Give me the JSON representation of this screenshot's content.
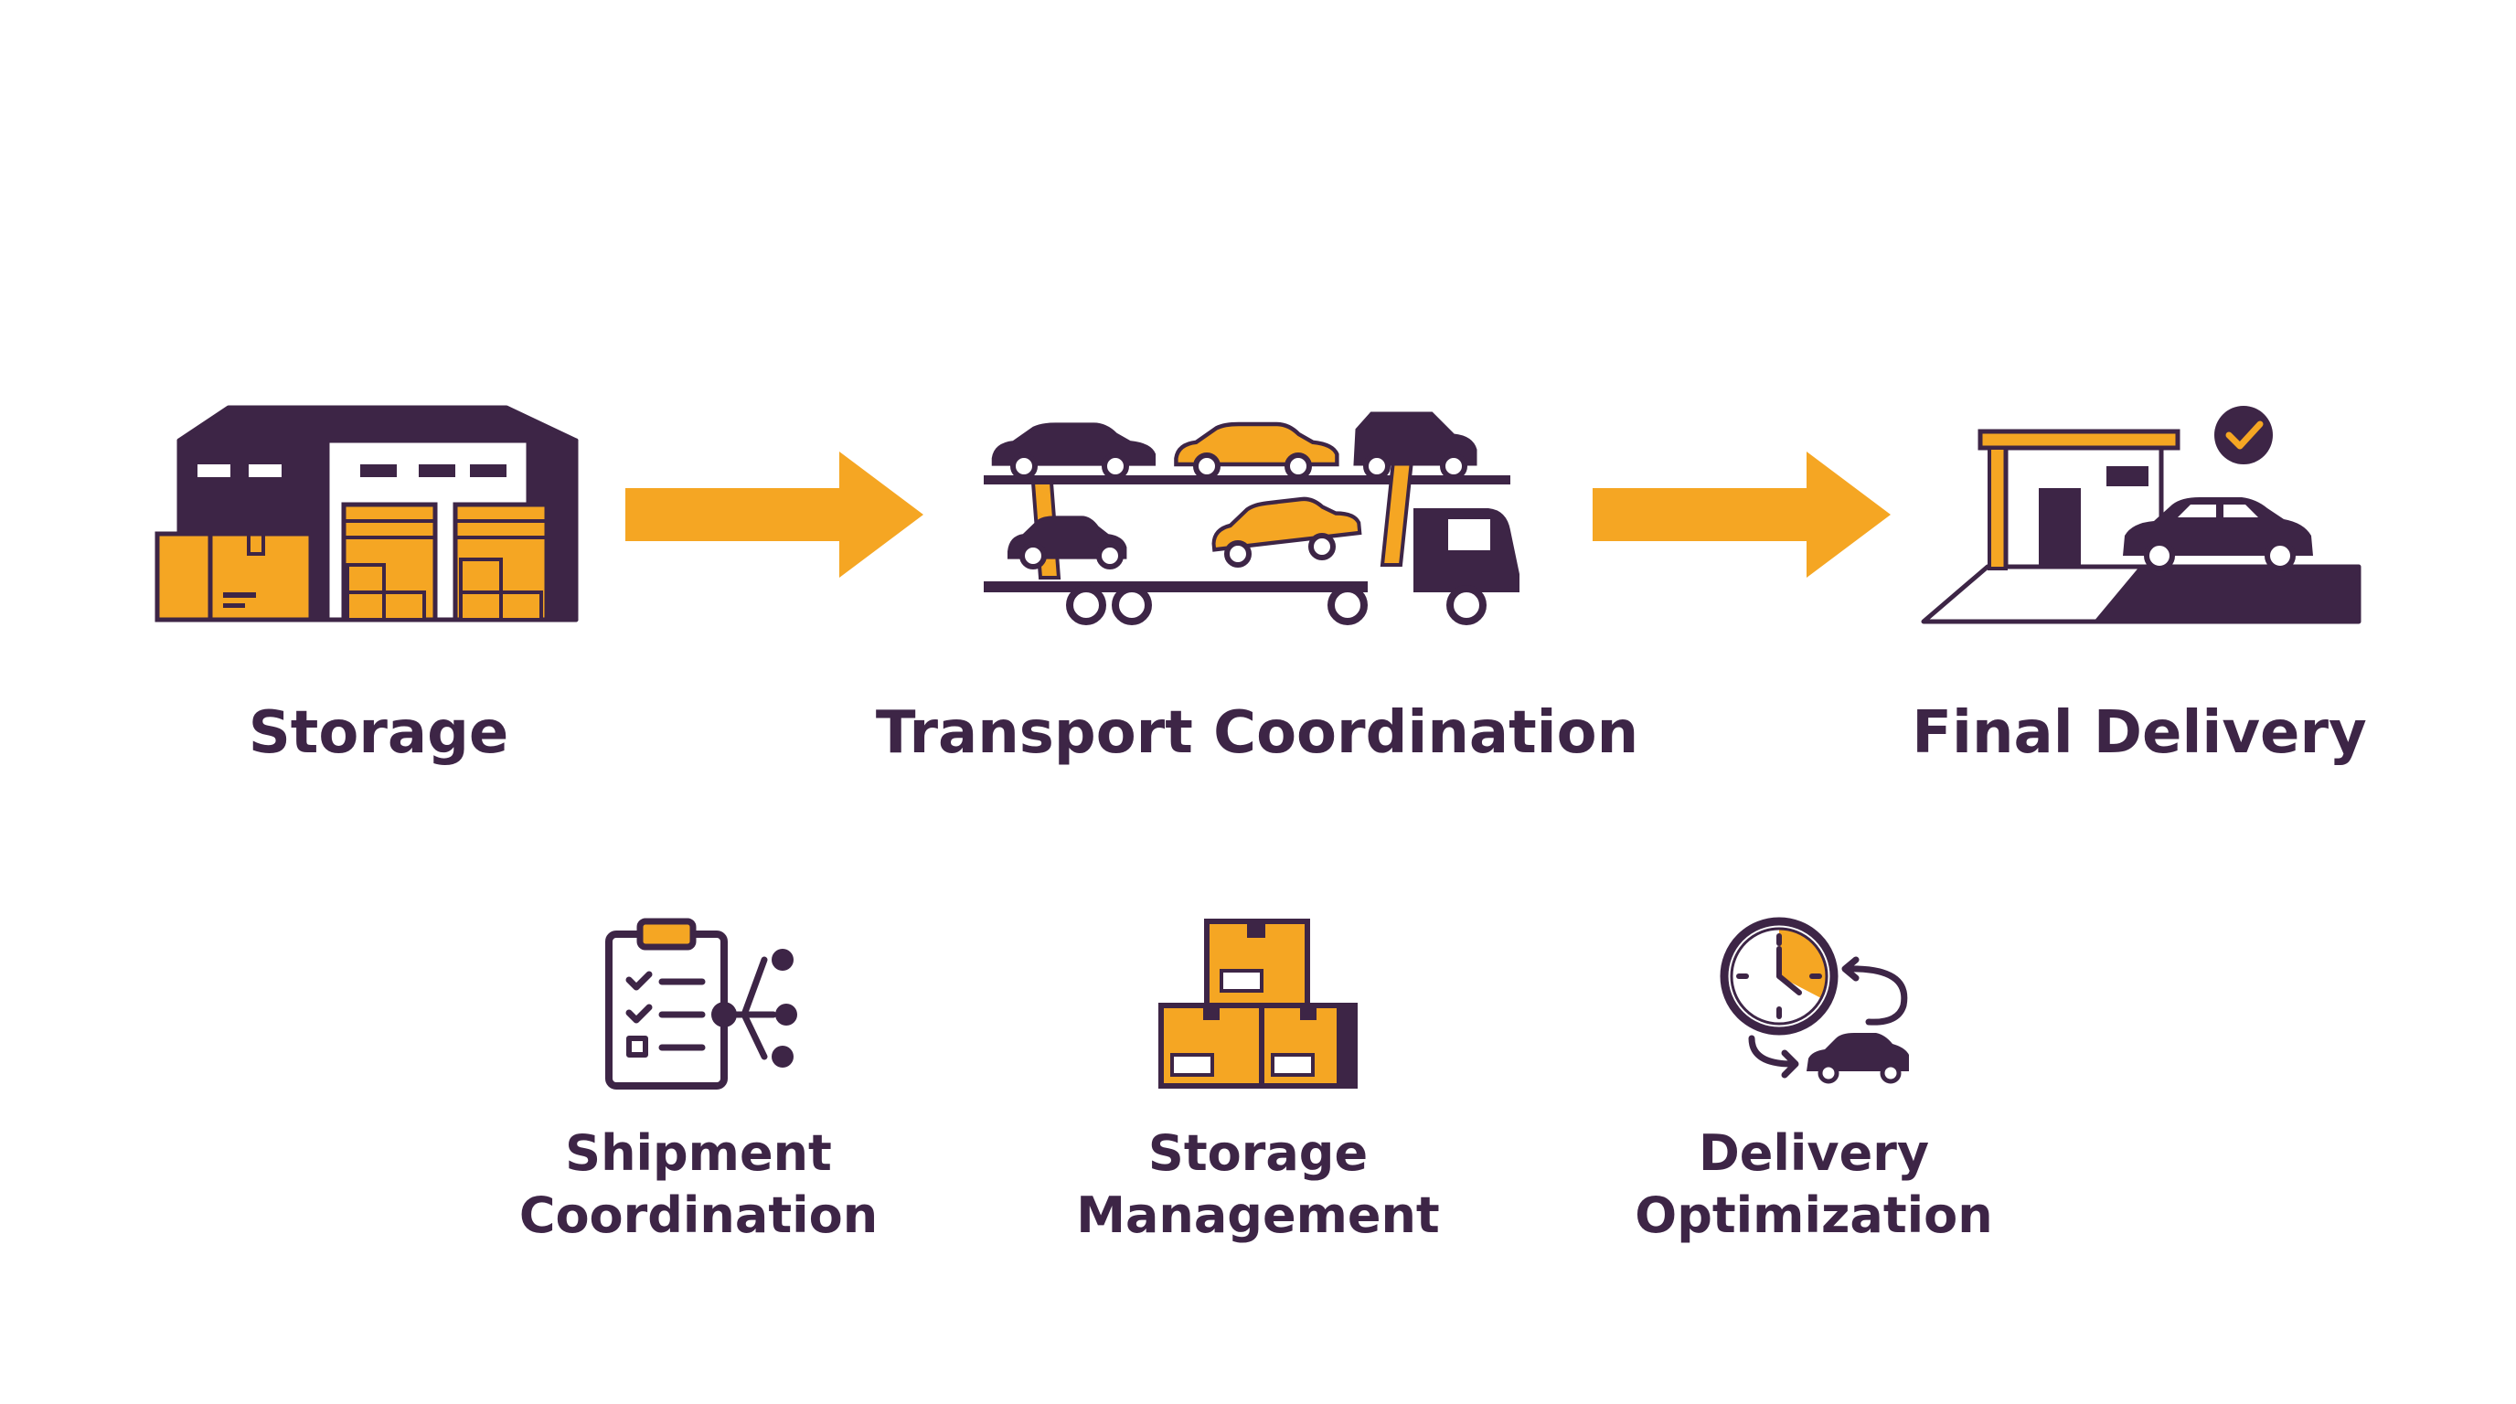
{
  "colors": {
    "accent": "#F5A623",
    "dark": "#3D2546",
    "background": "#FFFFFF"
  },
  "flow": {
    "steps": [
      {
        "label": "Storage",
        "icon": "warehouse-icon"
      },
      {
        "label": "Transport Coordination",
        "icon": "car-carrier-truck-icon"
      },
      {
        "label": "Final Delivery",
        "icon": "delivery-garage-icon"
      }
    ],
    "connectors": [
      "arrow-right-icon",
      "arrow-right-icon"
    ]
  },
  "services": [
    {
      "line1": "Shipment",
      "line2": "Coordination",
      "icon": "clipboard-network-icon"
    },
    {
      "line1": "Storage",
      "line2": "Management",
      "icon": "stacked-boxes-icon"
    },
    {
      "line1": "Delivery",
      "line2": "Optimization",
      "icon": "clock-car-cycle-icon"
    }
  ]
}
